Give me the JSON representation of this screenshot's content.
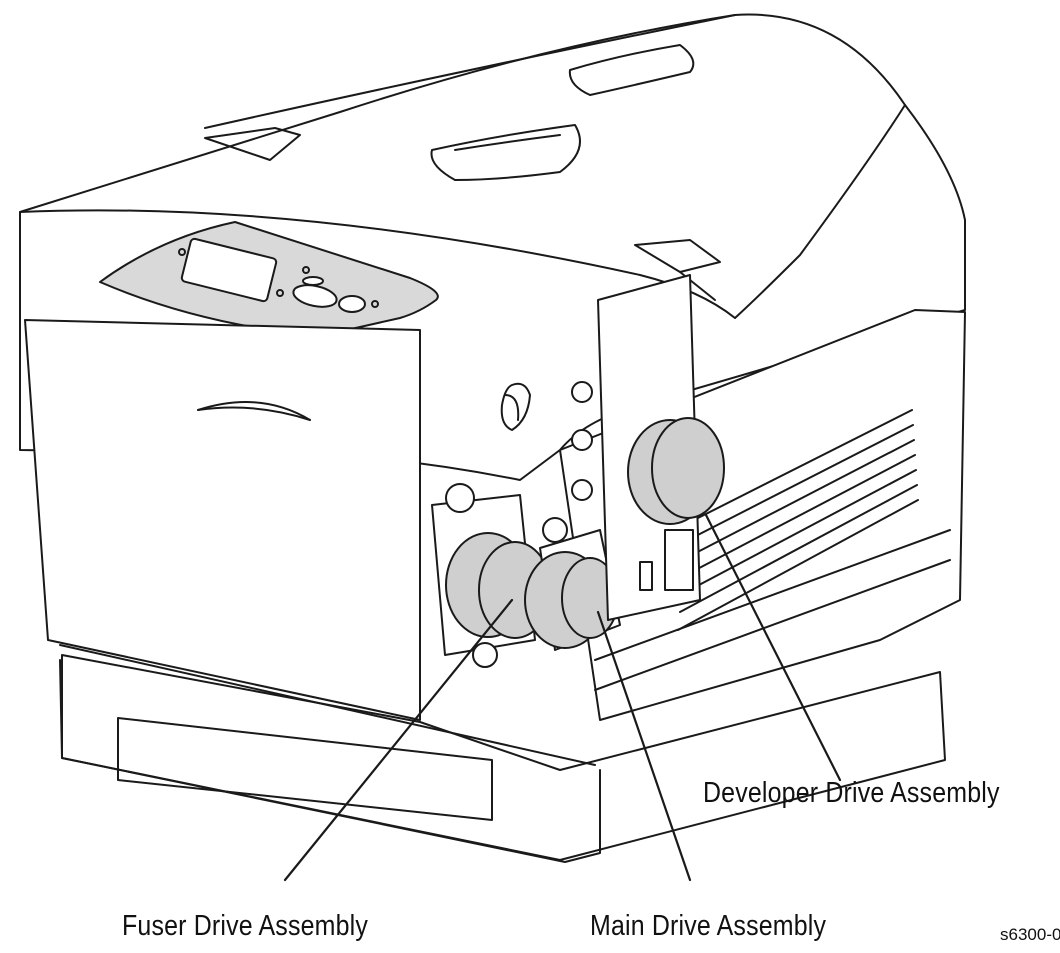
{
  "callouts": {
    "developer": "Developer Drive Assembly",
    "fuser": "Fuser Drive Assembly",
    "main": "Main Drive Assembly"
  },
  "figure_id": "s6300-0",
  "colors": {
    "line": "#1a1a1a",
    "panel": "#d9d9d9",
    "component": "#cfcfcf",
    "paper": "#ffffff"
  }
}
